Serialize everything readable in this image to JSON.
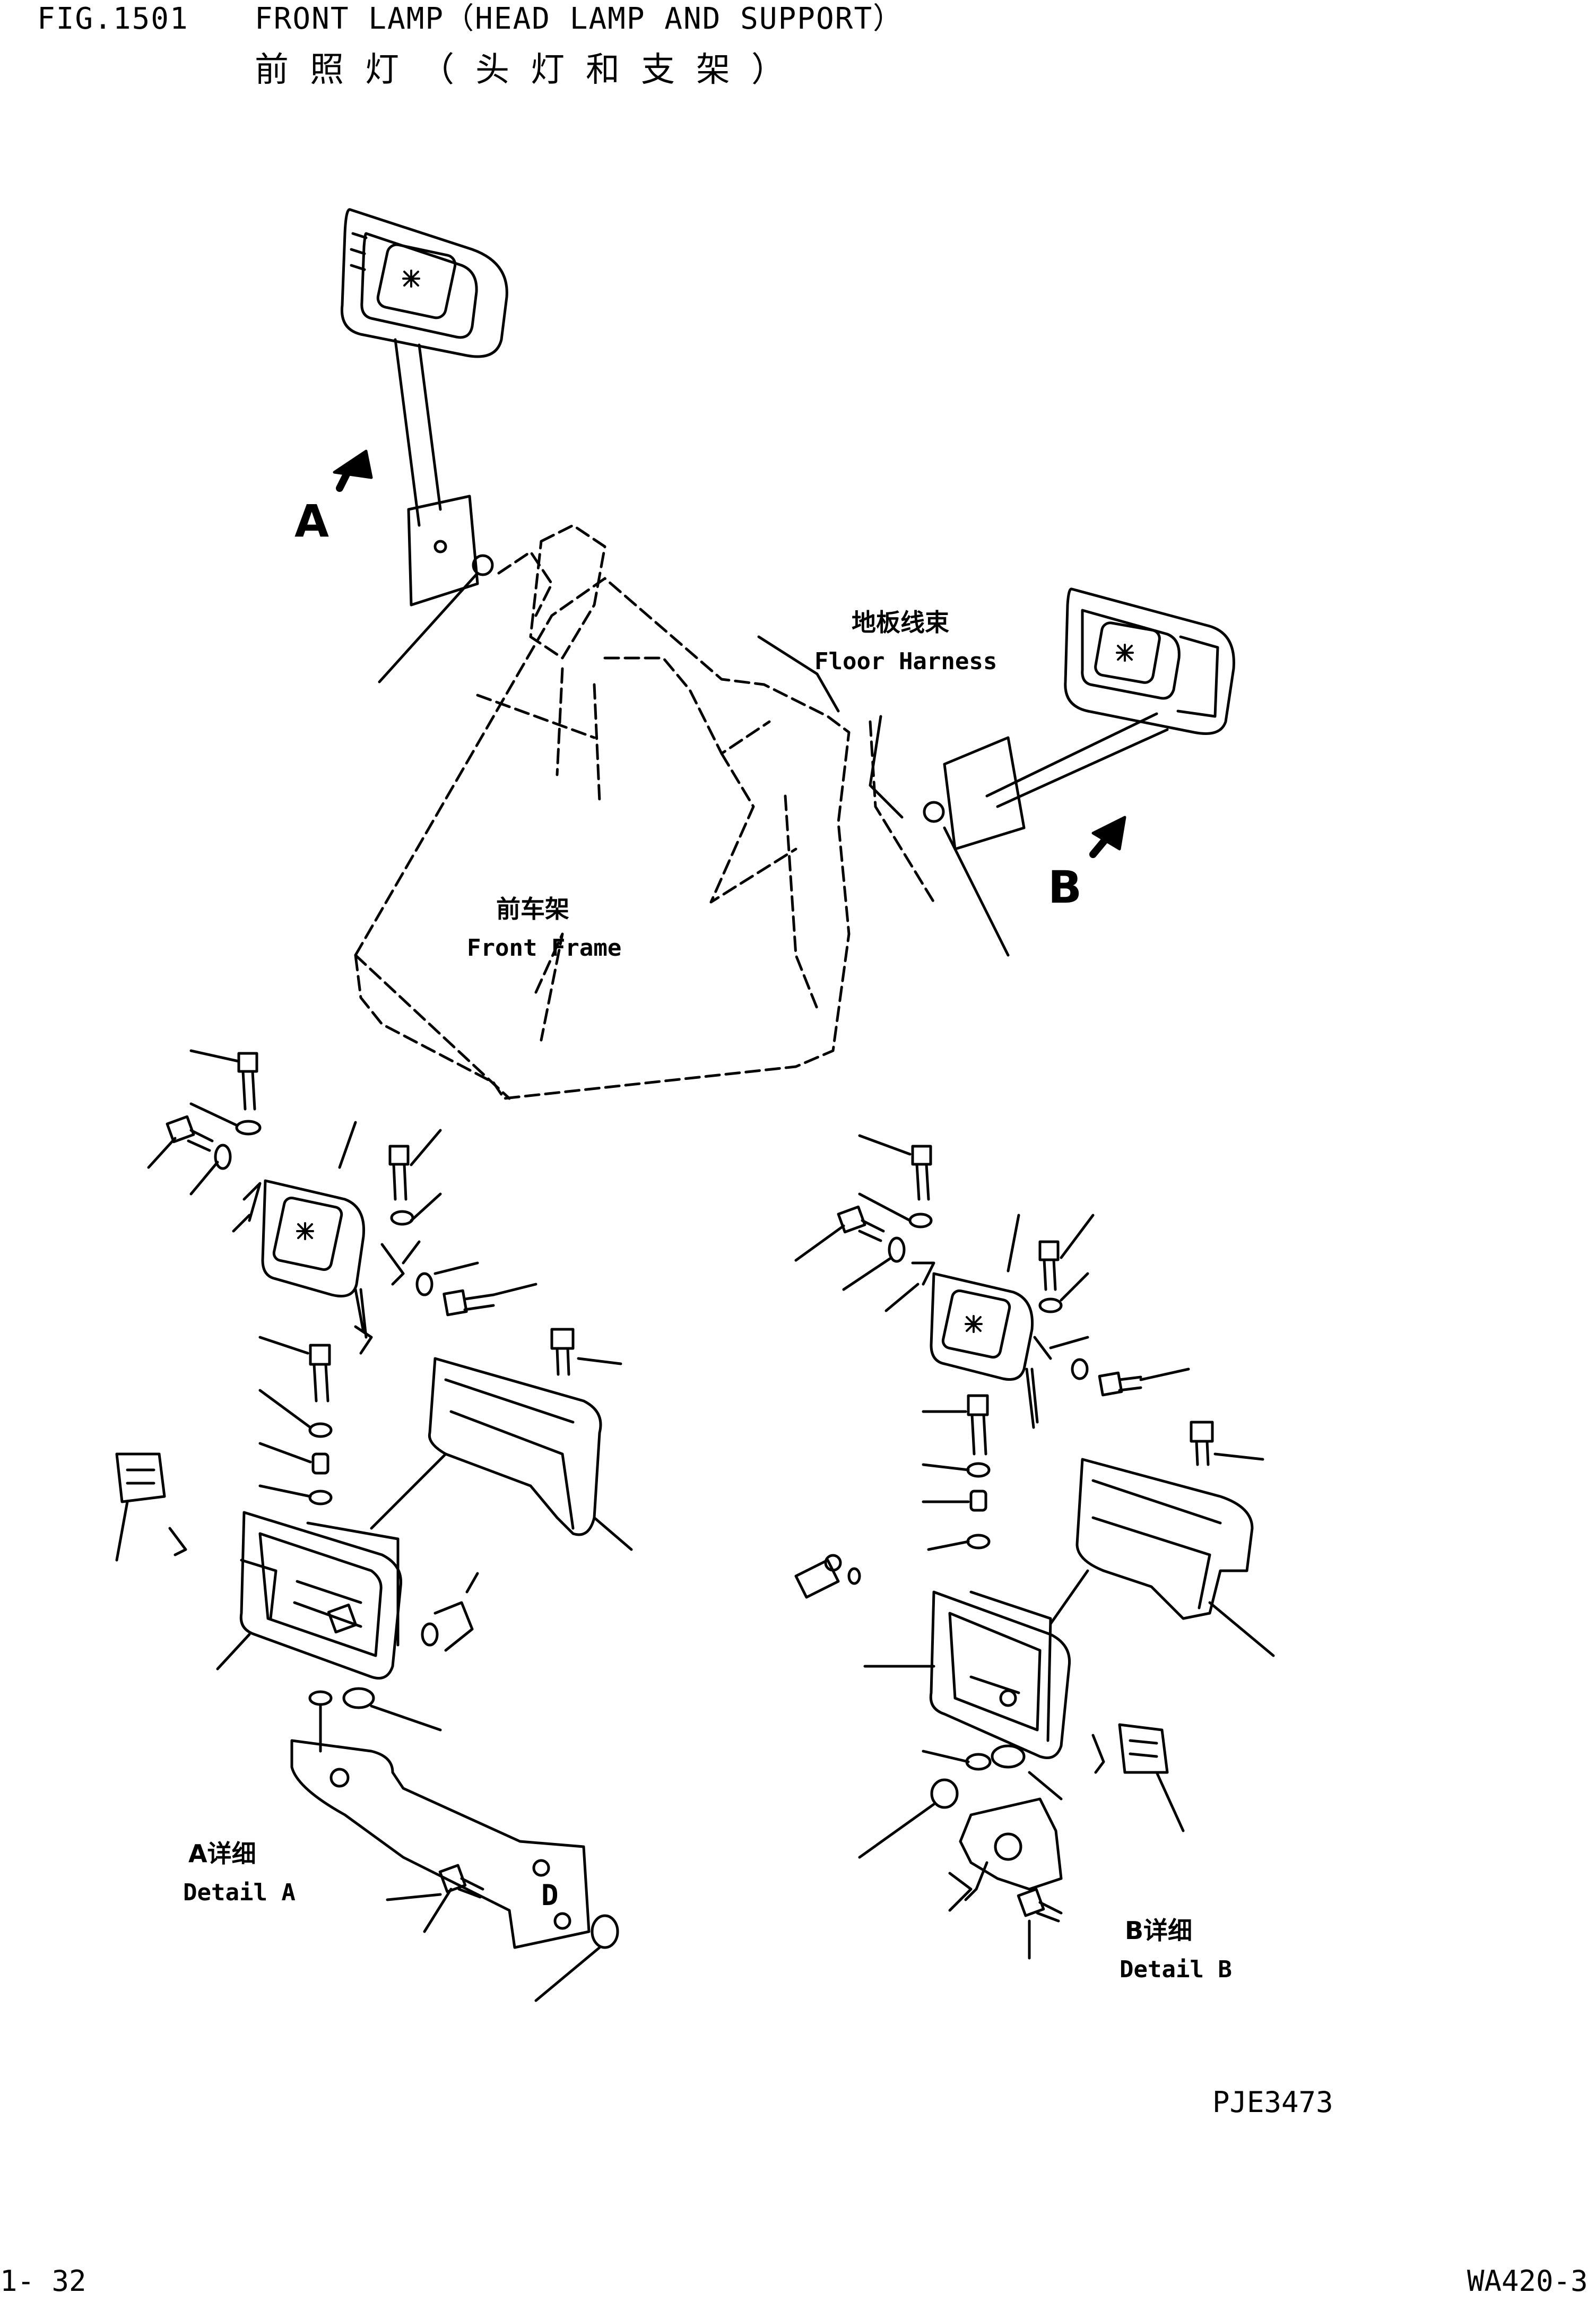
{
  "header": {
    "fig_no": "FIG.1501",
    "title_en": "FRONT LAMP（HEAD LAMP AND SUPPORT）",
    "title_cn": "前照灯（头灯和支架）"
  },
  "labels": {
    "floor_harness_cn": "地板线束",
    "floor_harness_en": "Floor Harness",
    "front_frame_cn": "前车架",
    "front_frame_en": "Front Frame",
    "view_a": "A",
    "view_b": "B",
    "detail_a_cn": "A详细",
    "detail_a_en": "Detail A",
    "detail_b_cn": "B详细",
    "detail_b_en": "Detail B",
    "mount_mark": "D"
  },
  "footer": {
    "drawing_no": "PJE3473",
    "page": "1- 32",
    "model": "WA420-3"
  },
  "colors": {
    "ink": "#000000",
    "paper": "#ffffff"
  }
}
